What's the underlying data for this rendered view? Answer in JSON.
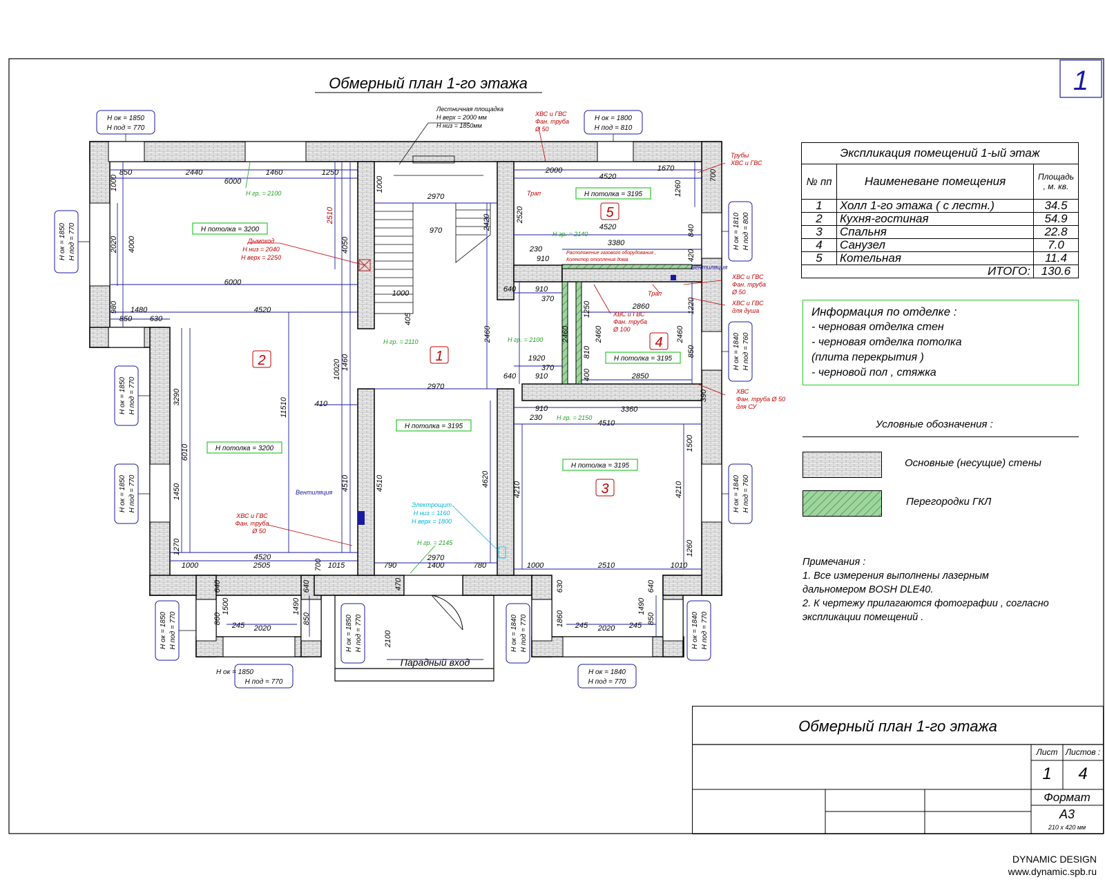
{
  "sheet": {
    "number": "1",
    "title": "Обмерный план 1-го этажа",
    "footer_company": "DYNAMIC DESIGN",
    "footer_url": "www.dynamic.spb.ru"
  },
  "explication": {
    "title": "Экспликация помещений 1-ый этаж",
    "col_no": "№ пп",
    "col_name": "Наименеване помещения",
    "col_area": "Площадь , м. кв.",
    "rooms": [
      {
        "no": "1",
        "name": "Холл  1-го этажа  ( с лестн.)",
        "area": "34.5"
      },
      {
        "no": "2",
        "name": "Кухня-гостиная",
        "area": "54.9"
      },
      {
        "no": "3",
        "name": "Спальня",
        "area": "22.8"
      },
      {
        "no": "4",
        "name": "Санузел",
        "area": "7.0"
      },
      {
        "no": "5",
        "name": "Котельная",
        "area": "11.4"
      }
    ],
    "total_label": "ИТОГО:",
    "total_value": "130.6"
  },
  "finish_info": {
    "title": "Информация по отделке :",
    "items": [
      "- черновая отделка стен",
      "- черновая отделка потолка",
      "(плита перекрытия )",
      "- черновой пол , стяжка"
    ]
  },
  "legend": {
    "title": "Условные обозначения :",
    "items": [
      "Основные (несущие) стены",
      "Перегородки ГКЛ"
    ]
  },
  "notes": {
    "title": "Примечания :",
    "lines": [
      "1. Все измерения выполнены лазерным",
      "дальномером   BOSH DLE40.",
      "2. К чертежу прилагаются фотографии  , согласно",
      "экспликации помещений ."
    ]
  },
  "stamp": {
    "title": "Обмерный план  1-го этажа",
    "sheet_label": "Лист",
    "sheets_label": "Листов :",
    "sheet_value": "1",
    "sheets_value": "4",
    "format_label": "Формат",
    "format_value": "А3",
    "format_size": "210 х 420 мм"
  },
  "plan": {
    "entrance_label": "Парадный вход",
    "room_numbers": [
      "1",
      "2",
      "3",
      "4",
      "5"
    ],
    "ceilings": [
      "H потолка  = 3200",
      "H потолка  = 3200",
      "H потолка  = 3195",
      "H потолка  = 3195",
      "H потолка  = 3195",
      "H потолка  = 3195"
    ],
    "windows": [
      {
        "a": "H ок = 1850",
        "b": "H под  = 770"
      },
      {
        "a": "H ок = 1800",
        "b": "H под  = 810"
      },
      {
        "a": "H ок = 1850",
        "b": "H под  = 770"
      },
      {
        "a": "H ок = 1840",
        "b": "H под  = 770"
      },
      {
        "a": "H ок = 1850",
        "b": "H под = 770"
      },
      {
        "a": "H ок = 1850",
        "b": "H под = 770"
      },
      {
        "a": "H ок = 1850",
        "b": "H под = 770"
      },
      {
        "a": "H ок = 1850",
        "b": "H под = 770"
      },
      {
        "a": "H ок = 1850",
        "b": "H под = 770"
      },
      {
        "a": "H ок = 1840",
        "b": "H под = 770"
      },
      {
        "a": "H ок = 1840",
        "b": "H под = 770"
      },
      {
        "a": "H ок = 1810",
        "b": "H под = 800"
      },
      {
        "a": "H ок = 1840",
        "b": "H под = 760"
      },
      {
        "a": "H ок = 1840",
        "b": "H под = 760"
      }
    ],
    "annotations": {
      "stair_landing": [
        "Лестничная площадка",
        "H верх = 2000 мм",
        "H низ = 1850мм"
      ],
      "chimney": [
        "Дымоход",
        "H низ = 2040",
        "H верх = 2250"
      ],
      "ventilation": "Вентиляция",
      "pipes": [
        "Трубы",
        "ХВС  и ГВС"
      ],
      "trap": "Трап",
      "boiler_note": [
        "Расположение газового оборудования ,",
        "Колектор отопления дома"
      ],
      "hvs_gvs": [
        "ХВС  и ГВС",
        "Фан. труба",
        "Ø 50"
      ],
      "hvs_shower": [
        "ХВС  и ГВС",
        "для душа"
      ],
      "hvs_gvs_100": [
        "ХВС  и ГВС",
        "Фан. труба",
        "Ø 100"
      ],
      "hvs_wc": [
        "ХВС",
        "Фан. труба Ø 50",
        "для СУ"
      ],
      "electro": [
        "Электрощит",
        "H низ = 1160",
        "H верх = 1800"
      ],
      "h_gr": [
        "H гр. = 2100",
        "H гр. = 2110",
        "H гр. = 2100",
        "H гр. = 2140",
        "H гр. = 2150",
        "H гр. = 2145"
      ]
    },
    "dimensions": [
      "850",
      "2440",
      "1460",
      "1250",
      "6000",
      "1000",
      "2020",
      "4000",
      "980",
      "6000",
      "1480",
      "630",
      "850",
      "4520",
      "3290",
      "6010",
      "1450",
      "1270",
      "4520",
      "1000",
      "2505",
      "1015",
      "11510",
      "4050",
      "2510",
      "1460",
      "10020",
      "410",
      "4510",
      "4510",
      "1000",
      "2970",
      "970",
      "2420",
      "1000",
      "405",
      "2460",
      "2970",
      "4620",
      "2970",
      "1400",
      "790",
      "780",
      "640",
      "910",
      "640",
      "910",
      "370",
      "370",
      "1920",
      "2000",
      "4520",
      "1670",
      "2520",
      "1260",
      "4520",
      "3380",
      "840",
      "230",
      "910",
      "2860",
      "1250",
      "2460",
      "2460",
      "2460",
      "1220",
      "850",
      "810",
      "400",
      "2850",
      "3360",
      "230",
      "910",
      "4510",
      "4210",
      "4210",
      "1500",
      "1260",
      "1000",
      "2510",
      "1010",
      "640",
      "1500",
      "860",
      "245",
      "2020",
      "1490",
      "850",
      "640",
      "700",
      "470",
      "2100",
      "630",
      "1860",
      "245",
      "2020",
      "245",
      "1490",
      "850",
      "640",
      "390",
      "420",
      "700"
    ]
  }
}
